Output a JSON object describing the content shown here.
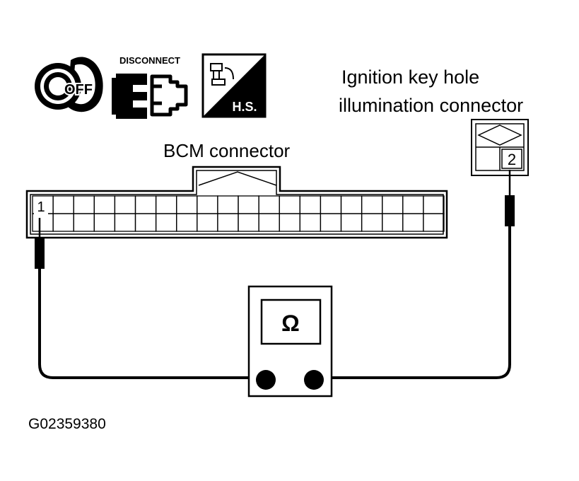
{
  "icons": {
    "ignition_key_text": "OFF",
    "disconnect_text": "DISCONNECT",
    "harness_text": "H.S."
  },
  "connector_label_line1": "Ignition key hole",
  "connector_label_line2": "illumination connector",
  "bcm_label": "BCM connector",
  "bcm_pin": "1",
  "connector_pin": "2",
  "meter_symbol": "Ω",
  "figure_id": "G02359380"
}
